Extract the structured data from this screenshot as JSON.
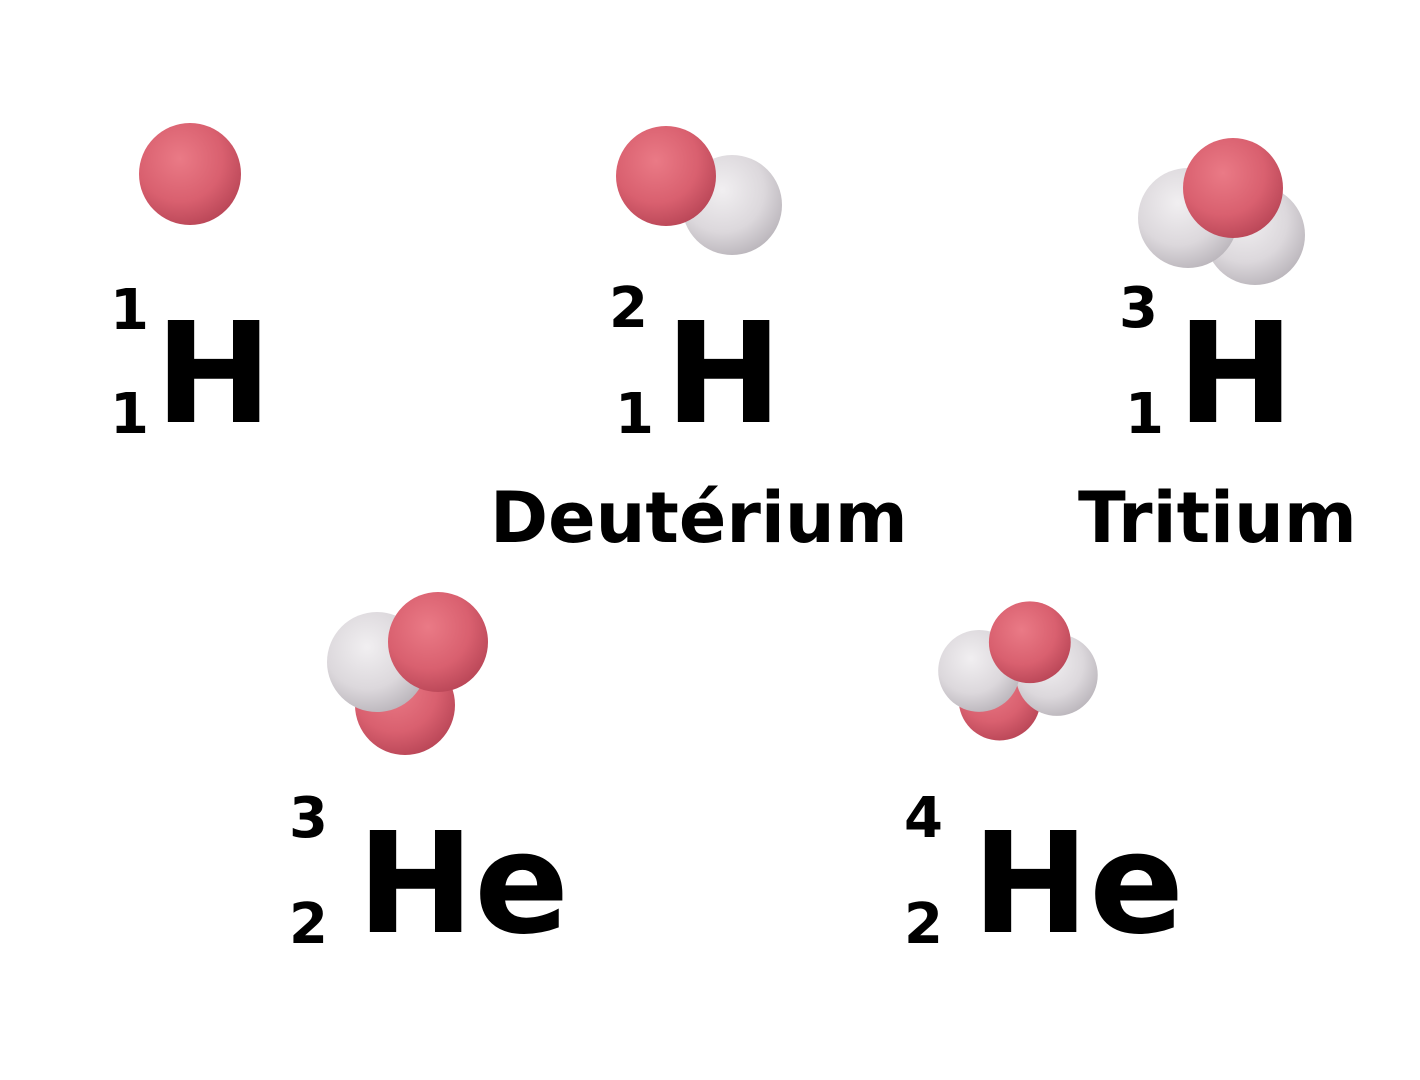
{
  "colors": {
    "proton": "#d9606f",
    "neutron": "#dcd8dc",
    "text": "#000000"
  },
  "isotopes": [
    {
      "id": "h1",
      "mass": "1",
      "atomic": "1",
      "element": "H",
      "name": "",
      "nucleons": [
        "proton"
      ]
    },
    {
      "id": "h2",
      "mass": "2",
      "atomic": "1",
      "element": "H",
      "name": "Deutérium",
      "nucleons": [
        "neutron",
        "proton"
      ]
    },
    {
      "id": "h3",
      "mass": "3",
      "atomic": "1",
      "element": "H",
      "name": "Tritium",
      "nucleons": [
        "neutron",
        "neutron",
        "proton"
      ]
    },
    {
      "id": "he3",
      "mass": "3",
      "atomic": "2",
      "element": "He",
      "name": "",
      "nucleons": [
        "proton",
        "neutron",
        "proton"
      ]
    },
    {
      "id": "he4",
      "mass": "4",
      "atomic": "2",
      "element": "He",
      "name": "",
      "nucleons": [
        "proton",
        "neutron",
        "neutron",
        "proton"
      ]
    }
  ]
}
